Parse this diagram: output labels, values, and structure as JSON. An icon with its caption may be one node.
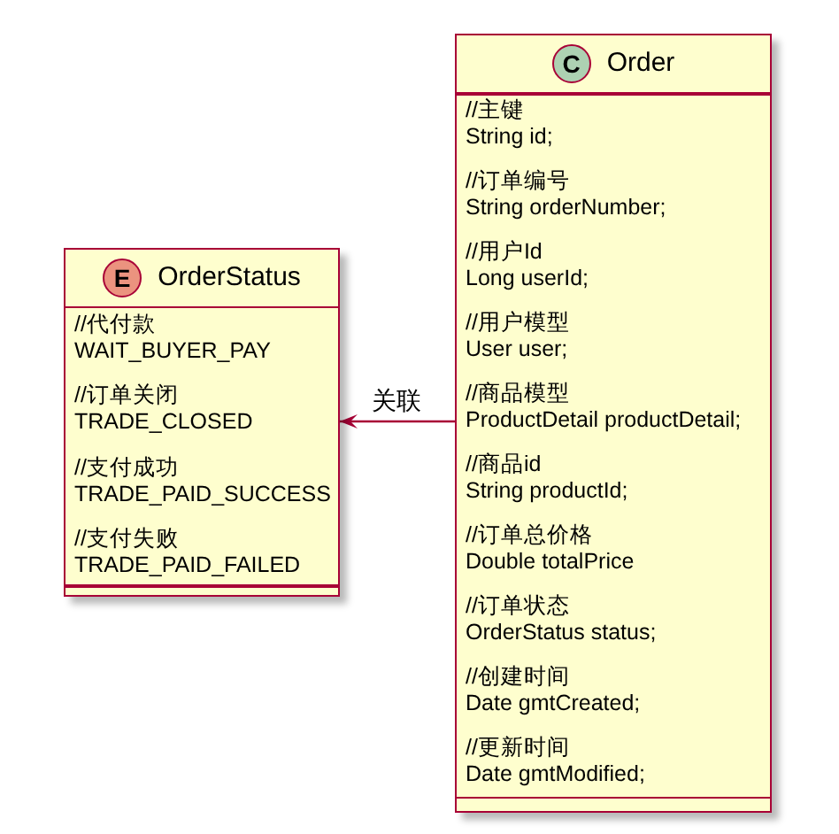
{
  "diagram": {
    "nodes": [
      {
        "text": [
          "C",
          "Order",
          "//主键",
          "String id;",
          "//订单编号",
          "String orderNumber;",
          "//用户Id",
          "Long userId;",
          "//用户模型",
          "User user;",
          "//商品模型",
          "ProductDetail productDetail;",
          "//商品id",
          "String productId;",
          "//订单总价格",
          "Double totalPrice",
          "//订单状态",
          "OrderStatus status;",
          "//创建时间",
          "Date gmtCreated;",
          "//更新时间",
          "Date gmtModified;"
        ]
      },
      {
        "text": [
          "E",
          "OrderStatus",
          "//代付款",
          "WAIT_BUYER_PAY",
          "//订单关闭",
          "TRADE_CLOSED",
          "//支付成功",
          "TRADE_PAID_SUCCESS",
          "//支付失败",
          "TRADE_PAID_FAILED"
        ]
      }
    ],
    "edges": [
      {
        "from": 0,
        "to": 1,
        "arrow": "to",
        "label": "关联"
      }
    ]
  }
}
